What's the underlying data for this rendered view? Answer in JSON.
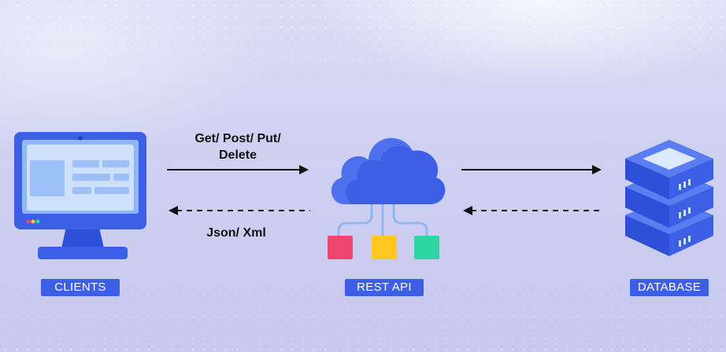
{
  "nodes": {
    "clients": {
      "label": "CLIENTS"
    },
    "rest_api": {
      "label": "REST API"
    },
    "database": {
      "label": "DATABASE"
    }
  },
  "arrows": {
    "request_methods": "Get/ Post/ Put/ Delete",
    "response_formats": "Json/ Xml"
  },
  "colors": {
    "primary_blue": "#3d5fe6",
    "light_blue": "#8fb6f5",
    "connector_red": "#f0456e",
    "connector_yellow": "#ffc820",
    "connector_green": "#2dd4a4",
    "background": "#cfd0f2"
  },
  "icons": [
    "desktop-monitor-icon",
    "cloud-icon",
    "database-server-icon"
  ]
}
